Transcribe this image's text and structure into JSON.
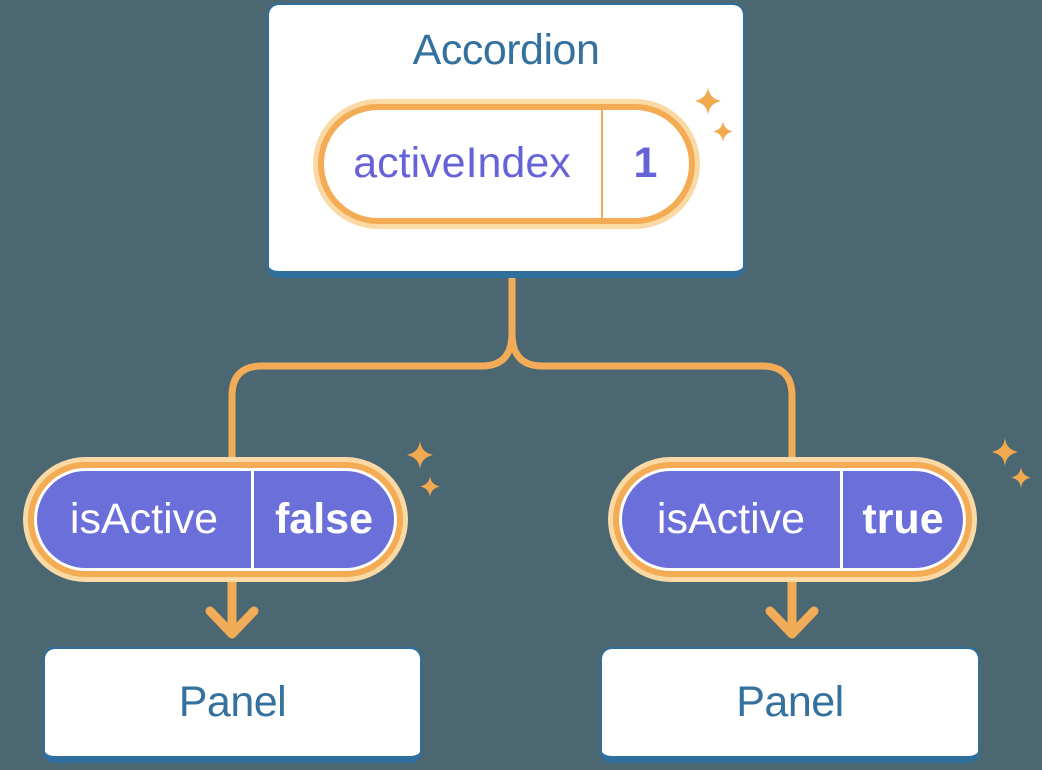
{
  "colors": {
    "background": "#4B6771",
    "box_border": "#2E6F9E",
    "title_text": "#35719F",
    "connector": "#F2AC58",
    "pill_ring": "#F3AB54",
    "pill_halo": "#FBD9A4",
    "pill_purple": "#6B6FDA",
    "state_text": "#6663D9",
    "sparkle": "#F0A94F",
    "pill_value_light": "#FFFFFF"
  },
  "diagram": {
    "root": {
      "title": "Accordion",
      "state_pill": {
        "label": "activeIndex",
        "value": "1"
      }
    },
    "children": [
      {
        "prop_pill": {
          "label": "isActive",
          "value": "false"
        },
        "panel": {
          "title": "Panel"
        }
      },
      {
        "prop_pill": {
          "label": "isActive",
          "value": "true"
        },
        "panel": {
          "title": "Panel"
        }
      }
    ]
  }
}
